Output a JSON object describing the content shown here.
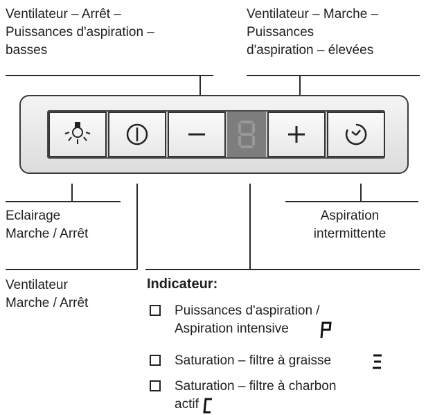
{
  "labels": {
    "ventilateur_arret": "Ventilateur – Arrêt –\nPuissances d'aspiration –\nbasses",
    "ventilateur_marche": "Ventilateur – Marche –\nPuissances\nd'aspiration – élevées",
    "eclairage": "Eclairage\nMarche / Arrêt",
    "aspiration_intermittente": "Aspiration\nintermittente",
    "ventilateur_onoff": "Ventilateur\nMarche / Arrêt"
  },
  "panel": {
    "keys": [
      {
        "name": "light-button",
        "icon": "light-bulb-icon"
      },
      {
        "name": "power-button",
        "icon": "power-icon"
      },
      {
        "name": "minus-button",
        "icon": "minus-icon"
      },
      {
        "name": "plus-button",
        "icon": "plus-icon"
      },
      {
        "name": "timer-button",
        "icon": "timer-icon"
      }
    ],
    "display_icon": "seven-segment-display"
  },
  "indicator": {
    "title": "Indicateur:",
    "items": [
      {
        "line1": "Puissances d'aspiration /",
        "line2": "Aspiration intensive",
        "symbol": "P"
      },
      {
        "line1": "Saturation – filtre à graisse",
        "symbol": "grease-filter-symbol"
      },
      {
        "line1": "Saturation – filtre à charbon",
        "line2": "actif",
        "symbol": "charcoal-filter-symbol"
      }
    ]
  }
}
